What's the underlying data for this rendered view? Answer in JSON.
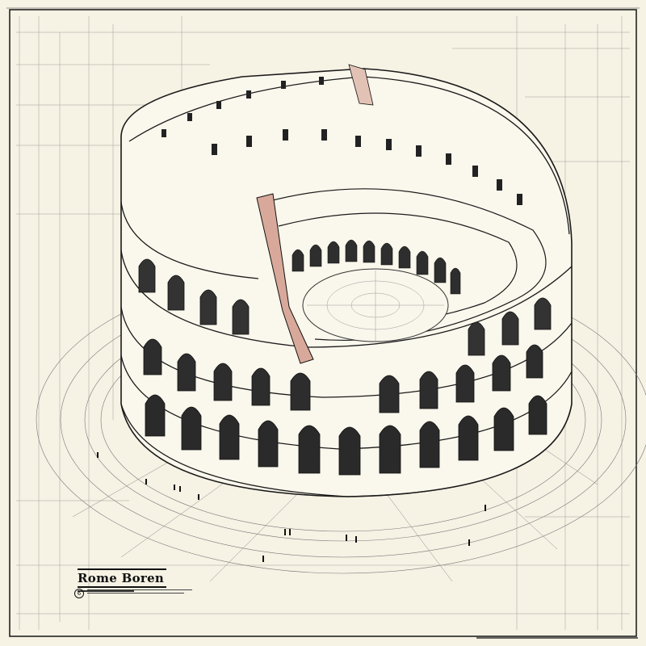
{
  "drawing": {
    "subject": "Colosseum isometric architectural sketch",
    "title_block": {
      "title": "Rome Boren",
      "seal_glyph": "6"
    },
    "palette": {
      "paper": "#f6f2e4",
      "ink": "#111111",
      "grid": "#8a8a86",
      "accent_sepia": "#c99a8a"
    }
  }
}
